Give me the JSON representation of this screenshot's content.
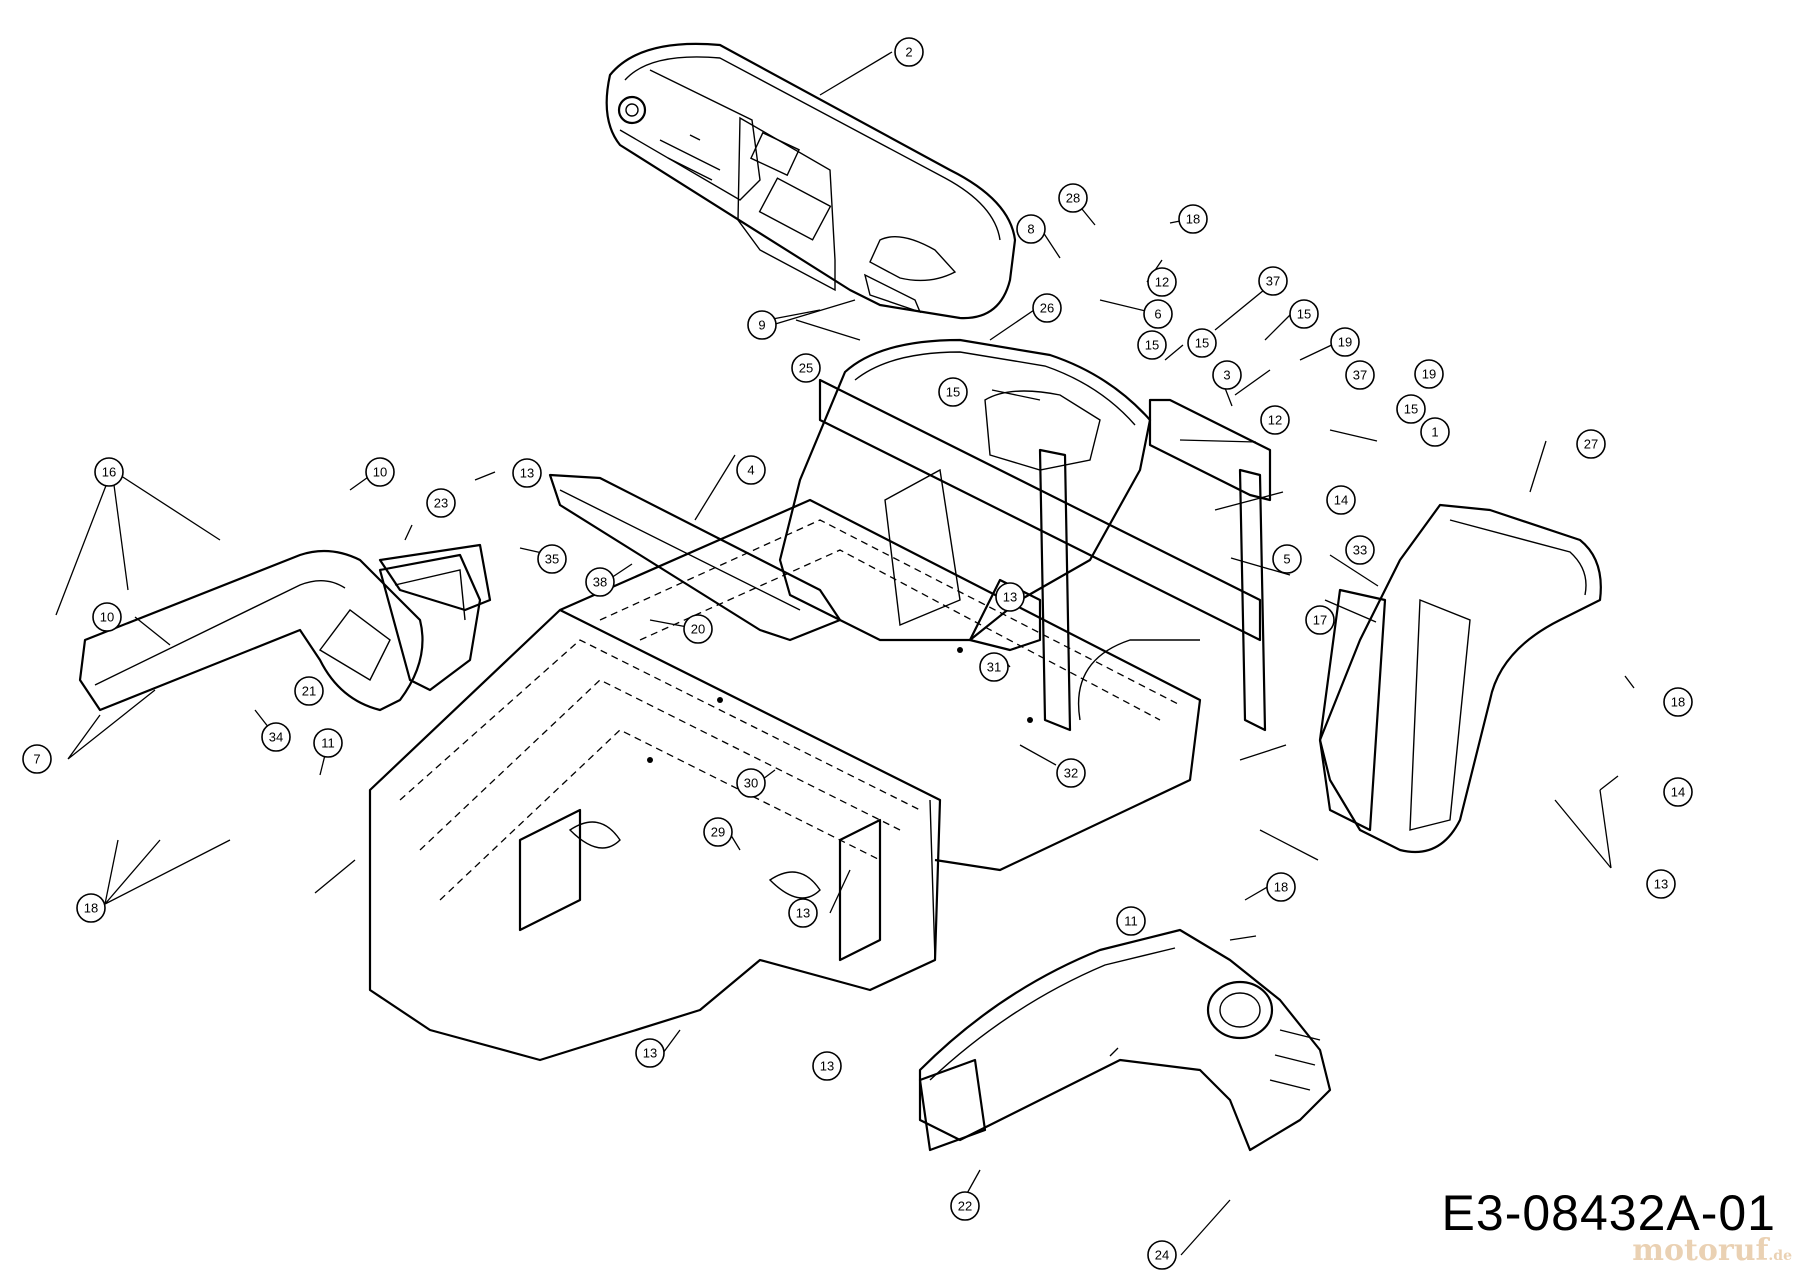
{
  "diagram": {
    "drawing_code": "E3-08432A-01",
    "watermark": "motoruf",
    "watermark_suffix": ".de",
    "callouts": [
      {
        "id": "c-2",
        "label": "2"
      },
      {
        "id": "c-28",
        "label": "28"
      },
      {
        "id": "c-18a",
        "label": "18"
      },
      {
        "id": "c-8",
        "label": "8"
      },
      {
        "id": "c-12a",
        "label": "12"
      },
      {
        "id": "c-37a",
        "label": "37"
      },
      {
        "id": "c-6",
        "label": "6"
      },
      {
        "id": "c-26",
        "label": "26"
      },
      {
        "id": "c-15a",
        "label": "15"
      },
      {
        "id": "c-15b",
        "label": "15"
      },
      {
        "id": "c-15c",
        "label": "15"
      },
      {
        "id": "c-9",
        "label": "9"
      },
      {
        "id": "c-25",
        "label": "25"
      },
      {
        "id": "c-19a",
        "label": "19"
      },
      {
        "id": "c-3",
        "label": "3"
      },
      {
        "id": "c-37b",
        "label": "37"
      },
      {
        "id": "c-19b",
        "label": "19"
      },
      {
        "id": "c-15d",
        "label": "15"
      },
      {
        "id": "c-15e",
        "label": "15"
      },
      {
        "id": "c-12b",
        "label": "12"
      },
      {
        "id": "c-1",
        "label": "1"
      },
      {
        "id": "c-27",
        "label": "27"
      },
      {
        "id": "c-16",
        "label": "16"
      },
      {
        "id": "c-10a",
        "label": "10"
      },
      {
        "id": "c-13a",
        "label": "13"
      },
      {
        "id": "c-4",
        "label": "4"
      },
      {
        "id": "c-23",
        "label": "23"
      },
      {
        "id": "c-14a",
        "label": "14"
      },
      {
        "id": "c-5",
        "label": "5"
      },
      {
        "id": "c-35",
        "label": "35"
      },
      {
        "id": "c-33",
        "label": "33"
      },
      {
        "id": "c-38",
        "label": "38"
      },
      {
        "id": "c-13b",
        "label": "13"
      },
      {
        "id": "c-17",
        "label": "17"
      },
      {
        "id": "c-10b",
        "label": "10"
      },
      {
        "id": "c-20",
        "label": "20"
      },
      {
        "id": "c-31",
        "label": "31"
      },
      {
        "id": "c-21",
        "label": "21"
      },
      {
        "id": "c-18b",
        "label": "18"
      },
      {
        "id": "c-7",
        "label": "7"
      },
      {
        "id": "c-34",
        "label": "34"
      },
      {
        "id": "c-11a",
        "label": "11"
      },
      {
        "id": "c-32",
        "label": "32"
      },
      {
        "id": "c-30",
        "label": "30"
      },
      {
        "id": "c-14b",
        "label": "14"
      },
      {
        "id": "c-29",
        "label": "29"
      },
      {
        "id": "c-18c",
        "label": "18"
      },
      {
        "id": "c-13c",
        "label": "13"
      },
      {
        "id": "c-13d",
        "label": "13"
      },
      {
        "id": "c-18d",
        "label": "18"
      },
      {
        "id": "c-11b",
        "label": "11"
      },
      {
        "id": "c-13e",
        "label": "13"
      },
      {
        "id": "c-13f",
        "label": "13"
      },
      {
        "id": "c-22",
        "label": "22"
      },
      {
        "id": "c-24",
        "label": "24"
      }
    ]
  }
}
